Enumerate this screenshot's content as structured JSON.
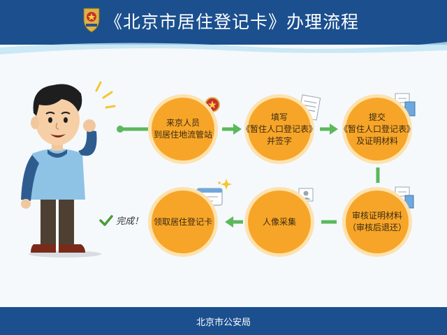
{
  "header": {
    "title": "《北京市居住登记卡》办理流程"
  },
  "steps": [
    {
      "line1": "来京人员",
      "line2": "到居住地流管站"
    },
    {
      "line1": "填写",
      "line2": "《暂住人口登记表》",
      "line3": "并签字"
    },
    {
      "line1": "提交",
      "line2": "《暂住人口登记表》",
      "line3": "及证明材料"
    },
    {
      "line1": "审核证明材料",
      "line2": "（审核后退还）"
    },
    {
      "line1": "人像采集"
    },
    {
      "line1": "领取居住登记卡"
    }
  ],
  "done": {
    "label": "完成！"
  },
  "footer": {
    "text": "北京市公安局"
  },
  "colors": {
    "header": "#1b4f8e",
    "step": "#f7a529",
    "step_ring": "#fde2ae",
    "arrow": "#5cb85c",
    "check": "#4a9b3a"
  }
}
